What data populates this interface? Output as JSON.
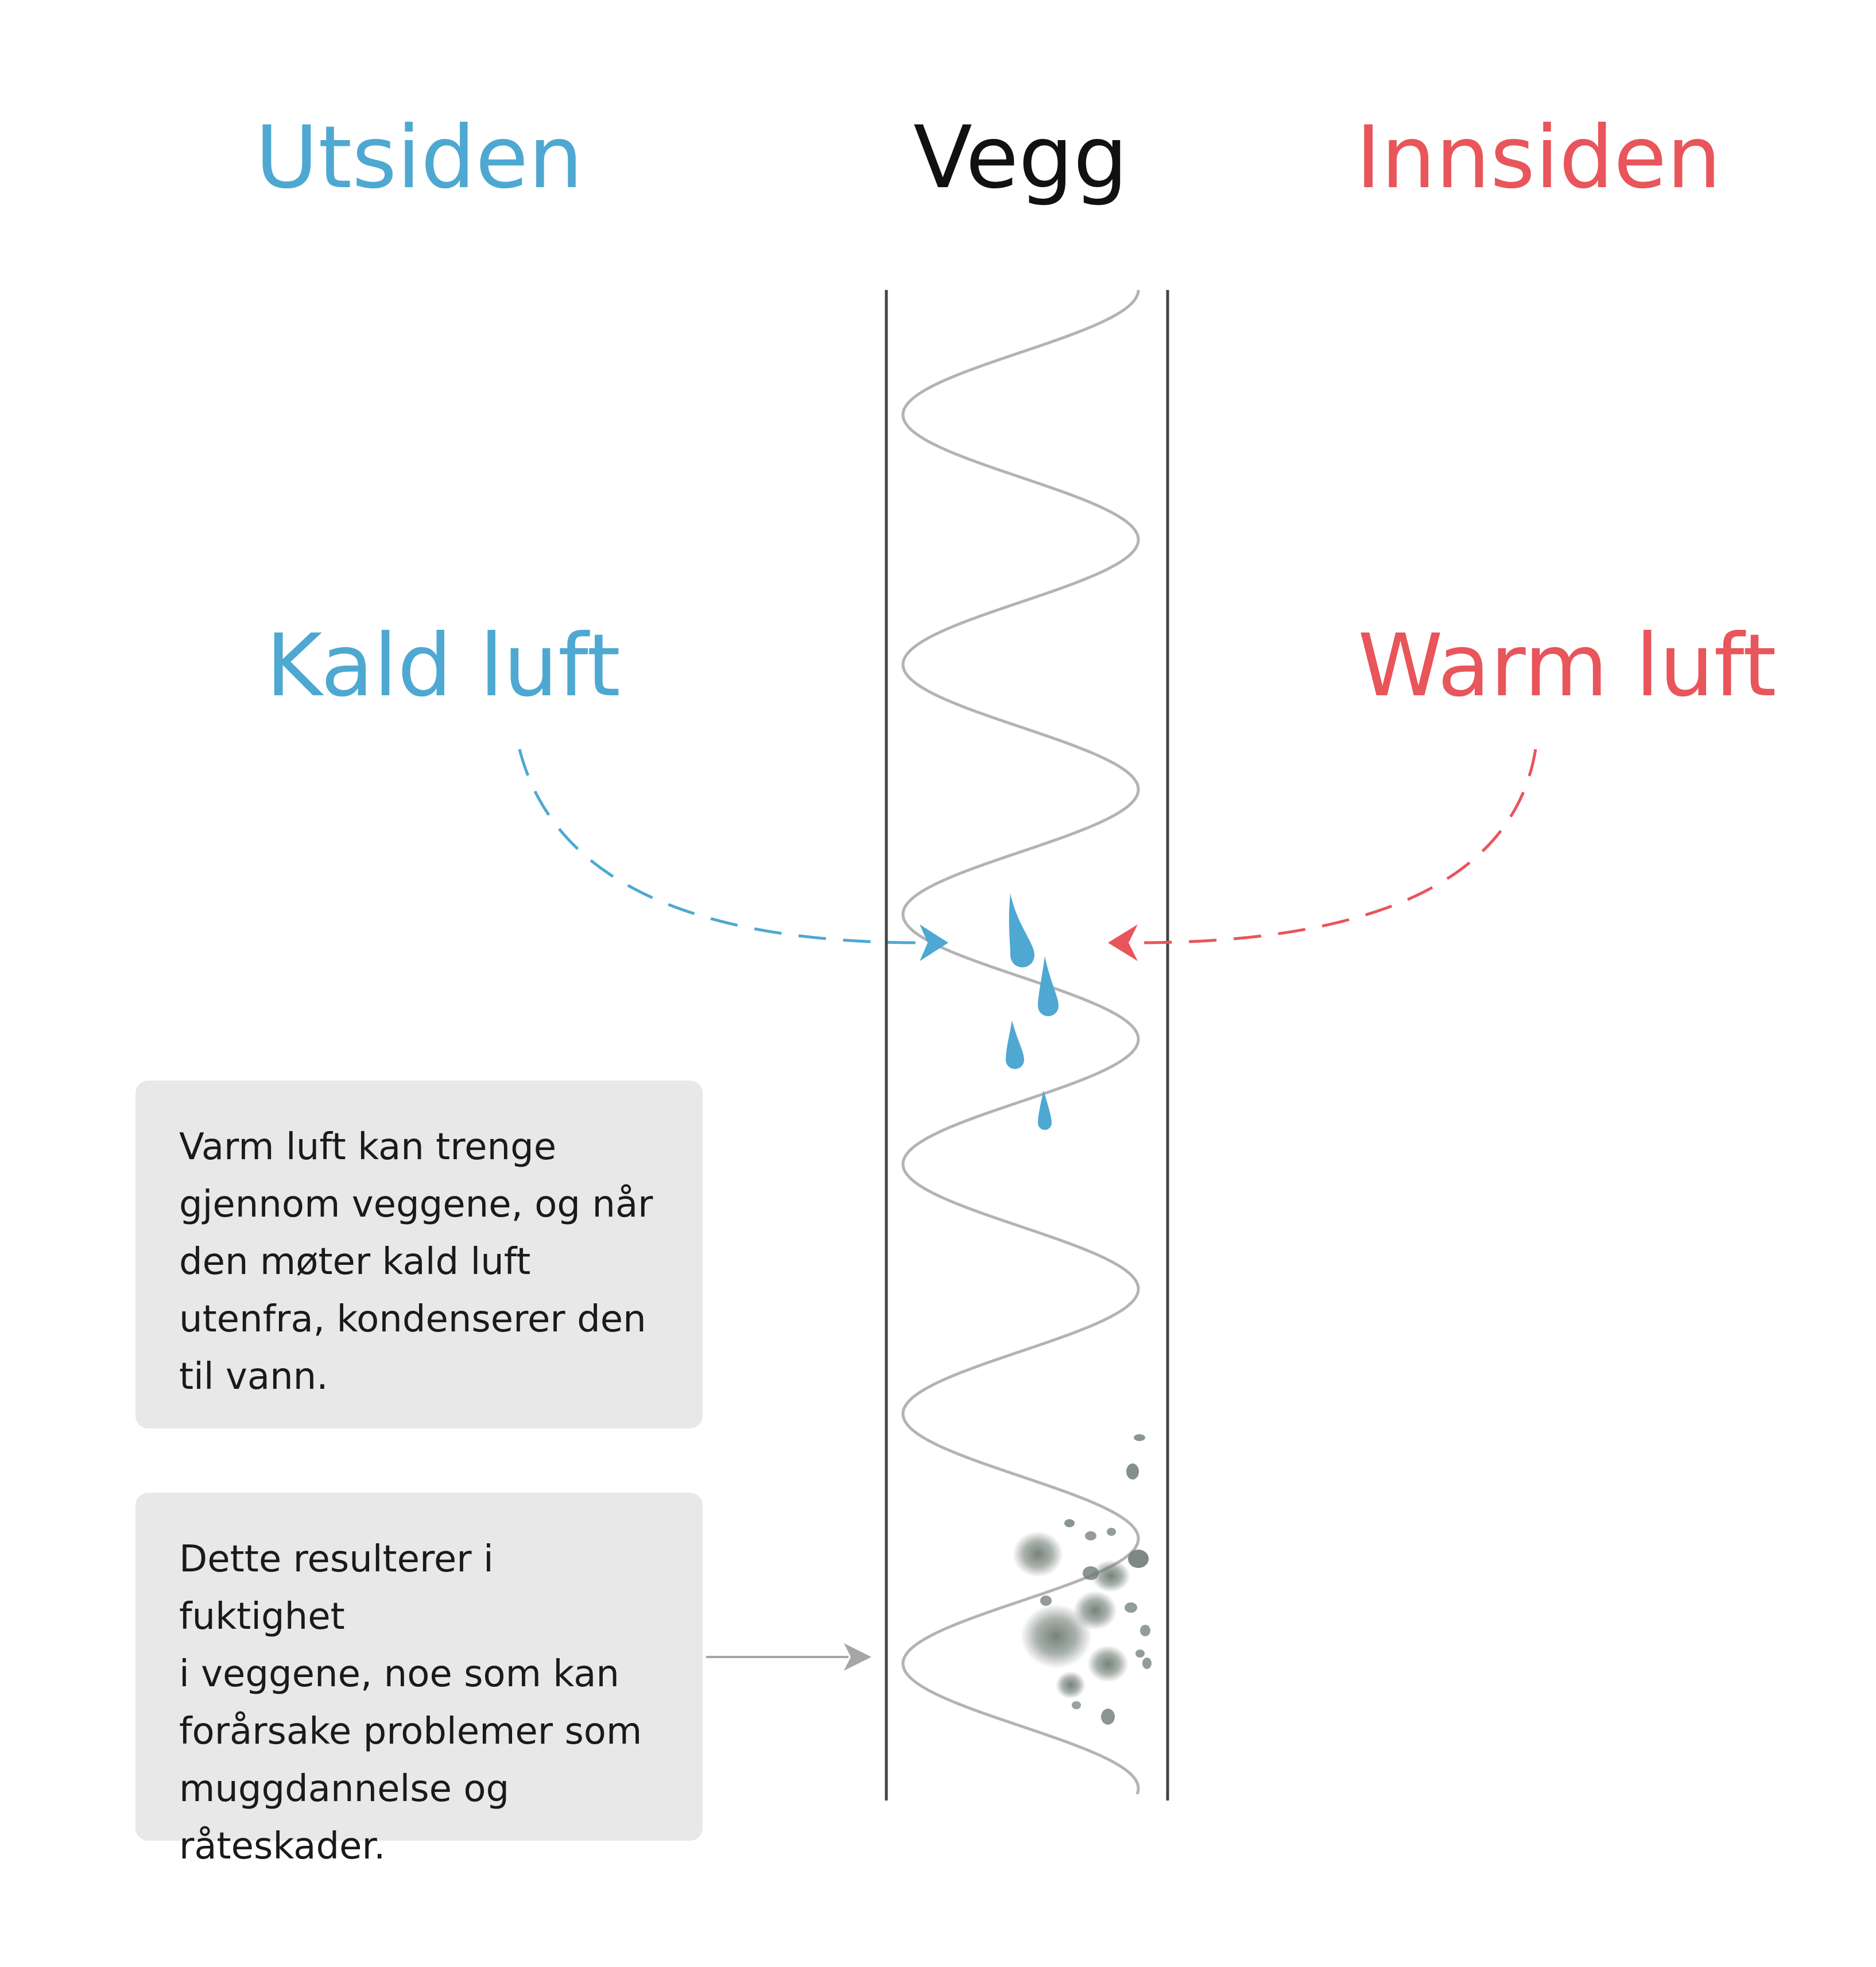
{
  "headers": {
    "outside": "Utsiden",
    "wall": "Vegg",
    "inside": "Innsiden"
  },
  "air_labels": {
    "cold": "Kald luft",
    "warm": "Warm luft"
  },
  "notes": [
    {
      "text": "Varm luft kan trenge\ngjennom veggene, og når\nden møter kald luft\nutenfra, kondenserer den\ntil vann."
    },
    {
      "text": "Dette resulterer i fuktighet\ni veggene, noe som kan\nforårsake problemer som\nmuggdannelse og\nråteskader."
    }
  ],
  "colors": {
    "cold": "#4ea8d2",
    "warm": "#e8555a",
    "wall_line": "#444444",
    "insulation": "#b3b3b3",
    "mold": "#6f7c74",
    "note_bg": "#e8e8e8",
    "pointer": "#a6a6a6"
  },
  "icons": {
    "droplet": "water-droplet-icon",
    "mold": "mold-spots-icon",
    "arrow": "arrowhead-icon"
  }
}
